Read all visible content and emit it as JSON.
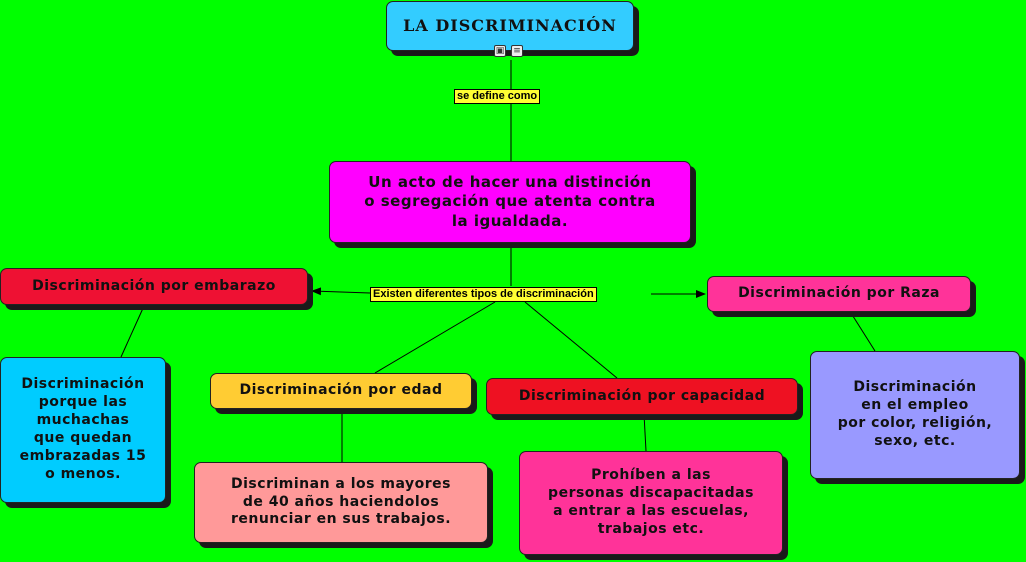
{
  "colors": {
    "background": "#00ff00",
    "title": "#33ccff",
    "definition": "#ff00ff",
    "embarazo": "#ee1133",
    "raza": "#ff3399",
    "edad": "#ffcc33",
    "capacidad": "#ee1122",
    "link_label": "#ffff33",
    "embarazo_detail": "#00ccff",
    "edad_detail": "#ff9999",
    "capacidad_detail": "#ff3399",
    "raza_detail": "#9999ff"
  },
  "title": "LA DISCRIMINACIÓN",
  "title_icons": [
    "image-icon",
    "note-icon"
  ],
  "link_labels": {
    "define": "se define como",
    "tipos": "Existen diferentes tipos de discriminación"
  },
  "definition": "Un acto de hacer una distinción\no segregación que atenta  contra\nla igualdada.",
  "types": {
    "embarazo": "Discriminación por embarazo",
    "raza": "Discriminación por Raza",
    "edad": "Discriminación por edad",
    "capacidad": "Discriminación por capacidad"
  },
  "details": {
    "embarazo": "Discriminación\nporque las\nmuchachas\nque quedan\nembrazadas 15\no menos.",
    "edad": "Discriminan a los mayores\nde 40 años haciendolos\nrenunciar en sus trabajos.",
    "capacidad": "Prohíben a las\npersonas discapacitadas\na entrar a las escuelas,\ntrabajos etc.",
    "raza": "Discriminación\nen el empleo\npor color, religión,\nsexo, etc."
  }
}
